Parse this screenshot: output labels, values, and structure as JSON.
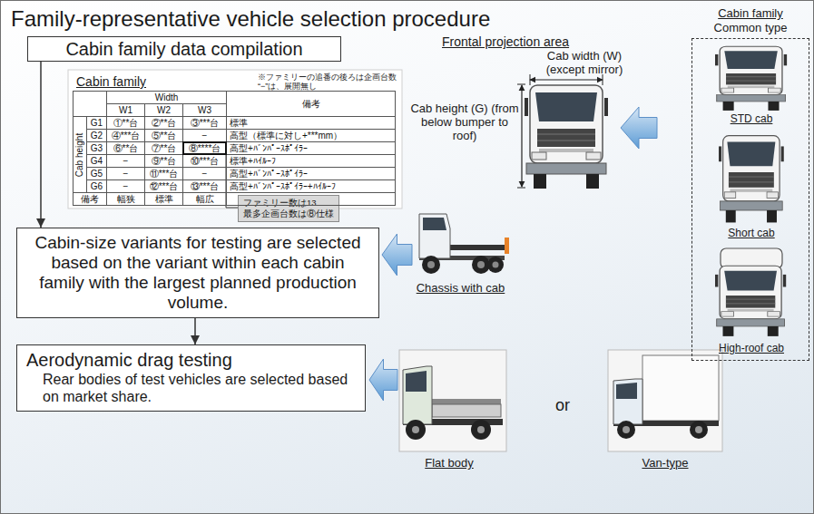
{
  "diagram": {
    "title": "Family-representative vehicle selection procedure",
    "nodes": [
      {
        "text": [
          "Cabin family data compilation"
        ]
      },
      {
        "text": [
          "ファミリー数は13 最多企画台数は⑧仕様"
        ]
      },
      {
        "text": [
          "Cabin family",
          "Common type"
        ]
      },
      {
        "text": [
          "Cabin-size variants for testing are selected based on the variant within each cabin family with the largest planned production volume."
        ]
      },
      {
        "text": [
          "Aerodynamic drag testing",
          "Rear bodies of test vehicles are selected based on market share."
        ]
      }
    ],
    "edges": [
      {
        "from": 0,
        "to": 3,
        "arrow": "to"
      },
      {
        "from": 3,
        "to": 4,
        "arrow": "to"
      }
    ],
    "labels": [
      "Cabin family",
      "※ファミリーの追番の後ろは企画台数 “−”は、展開無し",
      "Width",
      "備考",
      "W1",
      "W2",
      "W3",
      "Cab height",
      "G1",
      "①**台",
      "②**台",
      "③***台",
      "標準",
      "G2",
      "④***台",
      "⑤**台",
      "−",
      "高型（標準に対し+***mm）",
      "G3",
      "⑥**台",
      "⑦**台",
      "⑧****台",
      "高型+ﾊﾞﾝﾊﾟｰｽﾎﾟｲﾗｰ",
      "G4",
      "−",
      "⑨**台",
      "⑩***台",
      "標準+ﾊｲﾙｰﾌ",
      "G5",
      "−",
      "⑪***台",
      "−",
      "高型+ﾊﾞﾝﾊﾟｰｽﾎﾟｲﾗｰ",
      "G6",
      "−",
      "⑫***台",
      "⑬***台",
      "高型+ﾊﾞﾝﾊﾟｰｽﾎﾟｲﾗｰ+ﾊｲﾙｰﾌ",
      "備考",
      "幅狭",
      "標準",
      "幅広",
      "Frontal projection area",
      "Cab width (W) (except mirror)",
      "Cab height (G) (from below bumper to roof)",
      "STD cab",
      "Short cab",
      "High-roof cab",
      "Chassis with cab",
      "Flat body",
      "or",
      "Van-type"
    ]
  }
}
